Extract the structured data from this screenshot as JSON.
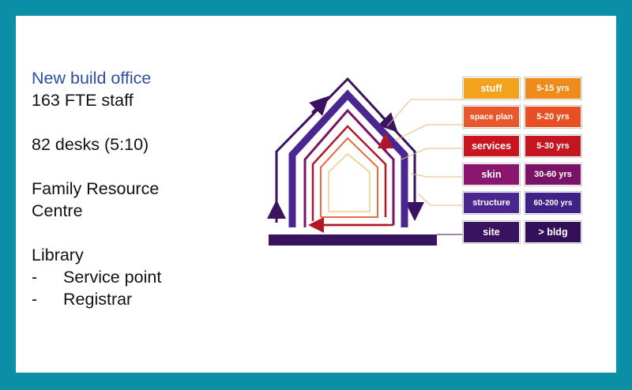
{
  "text": {
    "title": "New build office",
    "line1": "163 FTE staff",
    "line2": "82 desks (5:10)",
    "line3a": "Family Resource",
    "line3b": "Centre",
    "line4": "Library",
    "bullets": [
      {
        "dash": "-",
        "label": "Service point"
      },
      {
        "dash": "-",
        "label": "Registrar"
      }
    ]
  },
  "layers": [
    {
      "name": "stuff",
      "years": "5-15 yrs",
      "color": "#f2a21b",
      "color2": "#ef8b1a"
    },
    {
      "name": "space plan",
      "years": "5-20 yrs",
      "color": "#e8582a",
      "color2": "#e84f22"
    },
    {
      "name": "services",
      "years": "5-30 yrs",
      "color": "#c8151f",
      "color2": "#c31620"
    },
    {
      "name": "skin",
      "years": "30-60 yrs",
      "color": "#8a1670",
      "color2": "#7a1266"
    },
    {
      "name": "structure",
      "years": "60-200 yrs",
      "color": "#4a2691",
      "color2": "#3f2287"
    },
    {
      "name": "site",
      "years": "> bldg",
      "color": "#3a1360",
      "color2": "#34105a"
    }
  ]
}
